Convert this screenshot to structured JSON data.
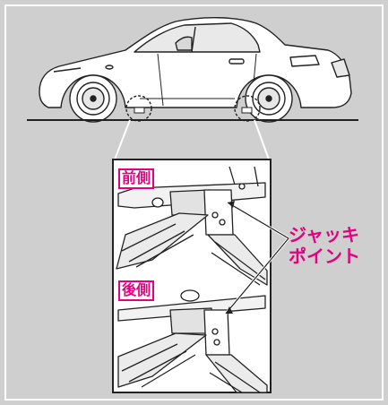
{
  "labels": {
    "front": "前側",
    "rear": "後側",
    "jack_point_line1": "ジャッキ",
    "jack_point_line2": "ポイント"
  },
  "colors": {
    "background": "#cfcfcf",
    "frame": "#ffffff",
    "accent": "#e4007f",
    "line": "#222222"
  }
}
